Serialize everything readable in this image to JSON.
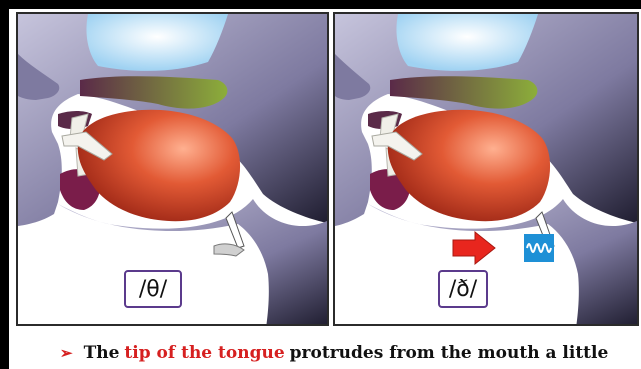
{
  "panels": [
    {
      "id": "theta",
      "symbol": "/θ/"
    },
    {
      "id": "eth",
      "symbol": "/ð/"
    }
  ],
  "caption": {
    "bullet": "➢",
    "before": "The",
    "highlight": "tip of the tongue",
    "after": "protrudes from the mouth a little"
  },
  "icons": {
    "voicing": "sound-wave-icon",
    "arrow": "red-arrow-icon"
  },
  "colors": {
    "highlight": "#d62020",
    "tongue": "#d9482a",
    "palate": "#8cae3a",
    "tract": "#8a86a8",
    "voicing": "#1e90d6",
    "symbol_border": "#5b3a8c"
  }
}
